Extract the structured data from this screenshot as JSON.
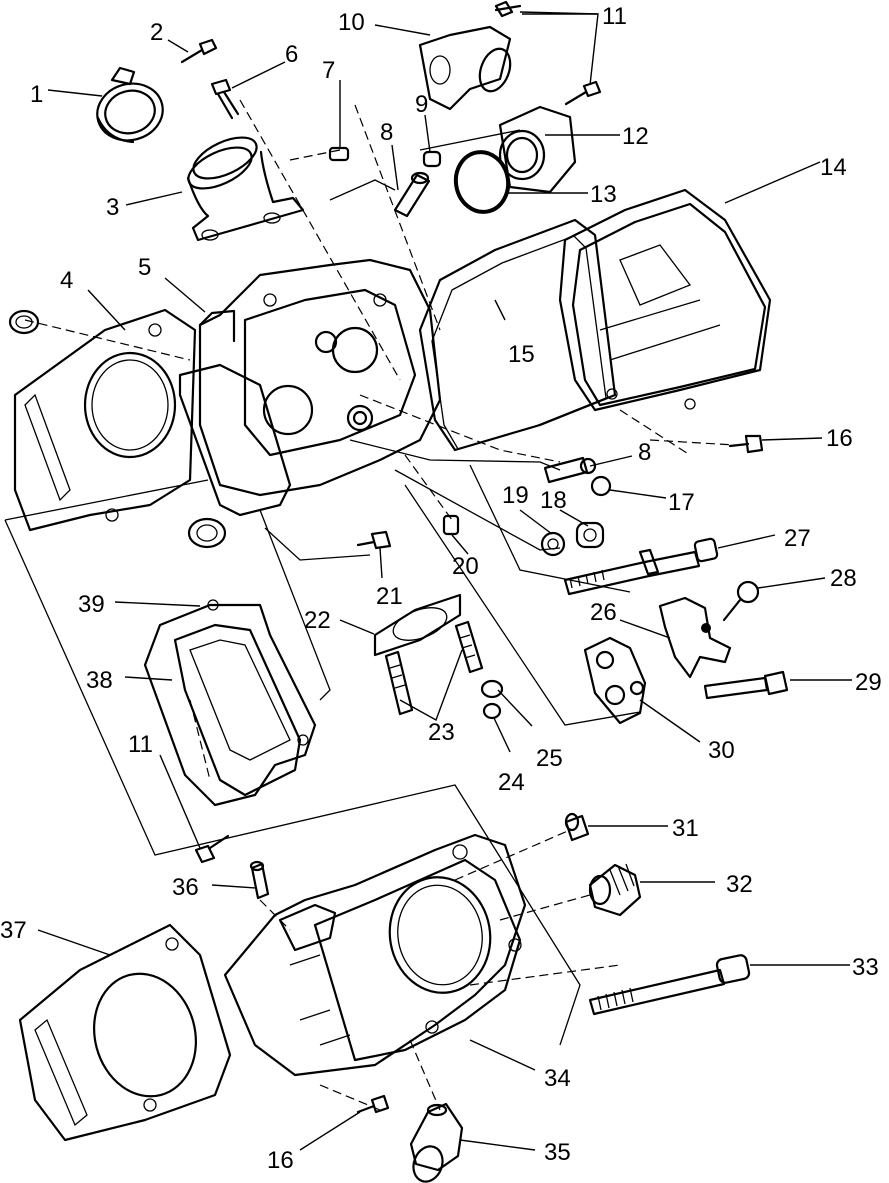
{
  "callouts": [
    {
      "id": "c1",
      "text": "1"
    },
    {
      "id": "c2",
      "text": "2"
    },
    {
      "id": "c3",
      "text": "3"
    },
    {
      "id": "c4",
      "text": "4"
    },
    {
      "id": "c5",
      "text": "5"
    },
    {
      "id": "c6",
      "text": "6"
    },
    {
      "id": "c7",
      "text": "7"
    },
    {
      "id": "c8a",
      "text": "8"
    },
    {
      "id": "c8b",
      "text": "8"
    },
    {
      "id": "c9",
      "text": "9"
    },
    {
      "id": "c10",
      "text": "10"
    },
    {
      "id": "c11a",
      "text": "11"
    },
    {
      "id": "c11b",
      "text": "11"
    },
    {
      "id": "c12",
      "text": "12"
    },
    {
      "id": "c13",
      "text": "13"
    },
    {
      "id": "c14",
      "text": "14"
    },
    {
      "id": "c15",
      "text": "15"
    },
    {
      "id": "c16a",
      "text": "16"
    },
    {
      "id": "c16b",
      "text": "16"
    },
    {
      "id": "c17",
      "text": "17"
    },
    {
      "id": "c18",
      "text": "18"
    },
    {
      "id": "c19",
      "text": "19"
    },
    {
      "id": "c20",
      "text": "20"
    },
    {
      "id": "c21",
      "text": "21"
    },
    {
      "id": "c22",
      "text": "22"
    },
    {
      "id": "c23",
      "text": "23"
    },
    {
      "id": "c24",
      "text": "24"
    },
    {
      "id": "c25",
      "text": "25"
    },
    {
      "id": "c26",
      "text": "26"
    },
    {
      "id": "c27",
      "text": "27"
    },
    {
      "id": "c28",
      "text": "28"
    },
    {
      "id": "c29",
      "text": "29"
    },
    {
      "id": "c30",
      "text": "30"
    },
    {
      "id": "c31",
      "text": "31"
    },
    {
      "id": "c32",
      "text": "32"
    },
    {
      "id": "c33",
      "text": "33"
    },
    {
      "id": "c34",
      "text": "34"
    },
    {
      "id": "c35",
      "text": "35"
    },
    {
      "id": "c36",
      "text": "36"
    },
    {
      "id": "c37",
      "text": "37"
    },
    {
      "id": "c38",
      "text": "38"
    },
    {
      "id": "c39",
      "text": "39"
    }
  ]
}
